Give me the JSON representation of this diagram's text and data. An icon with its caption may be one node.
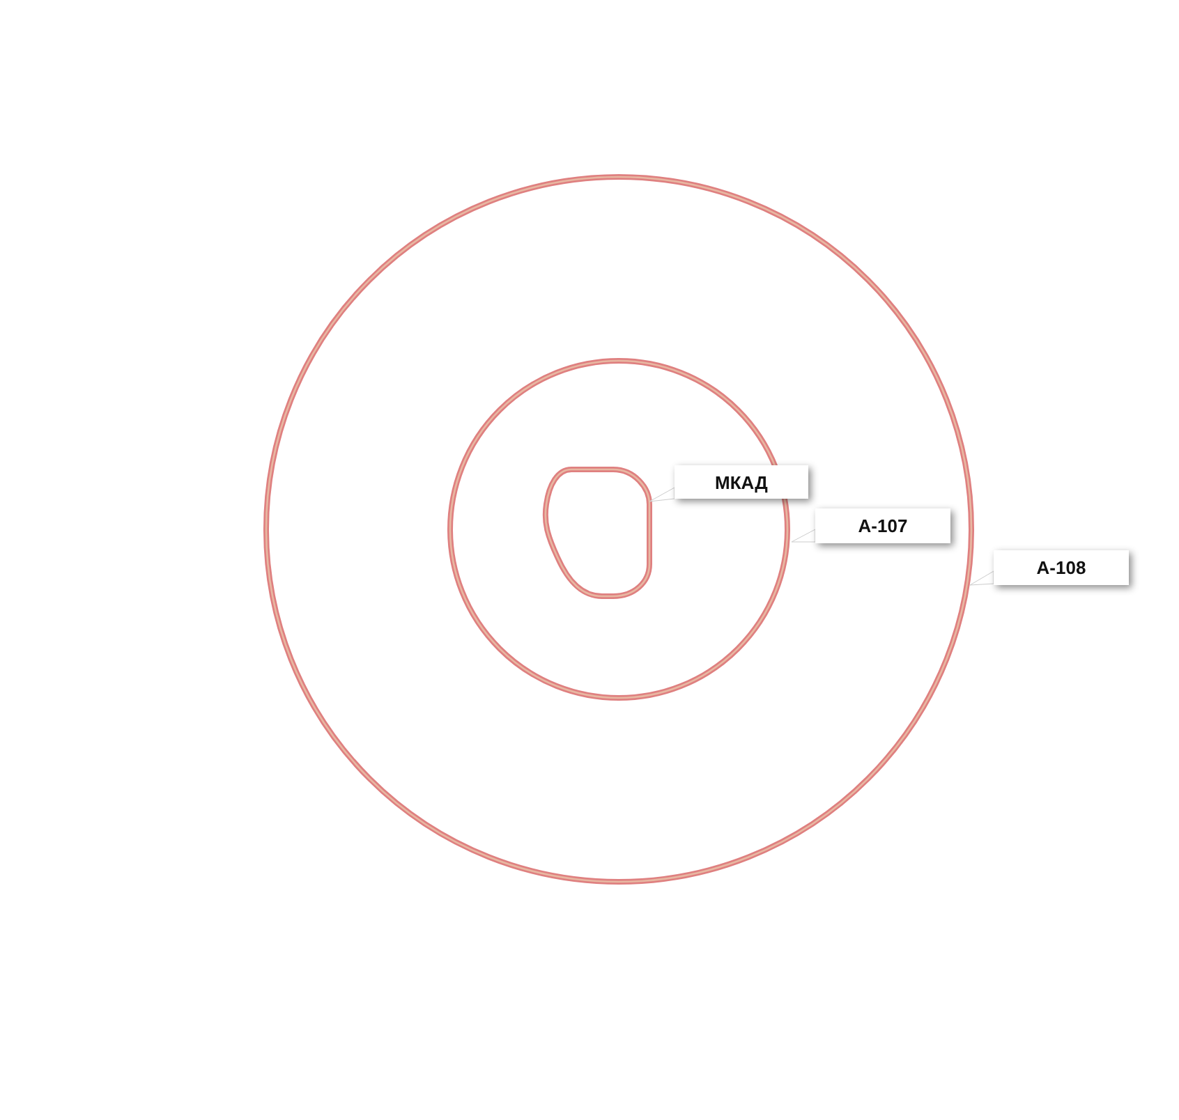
{
  "diagram": {
    "nodes": [
      {
        "text": [
          "МКАД"
        ]
      },
      {
        "text": [
          "А-107"
        ]
      },
      {
        "text": [
          "А-108"
        ]
      }
    ]
  }
}
